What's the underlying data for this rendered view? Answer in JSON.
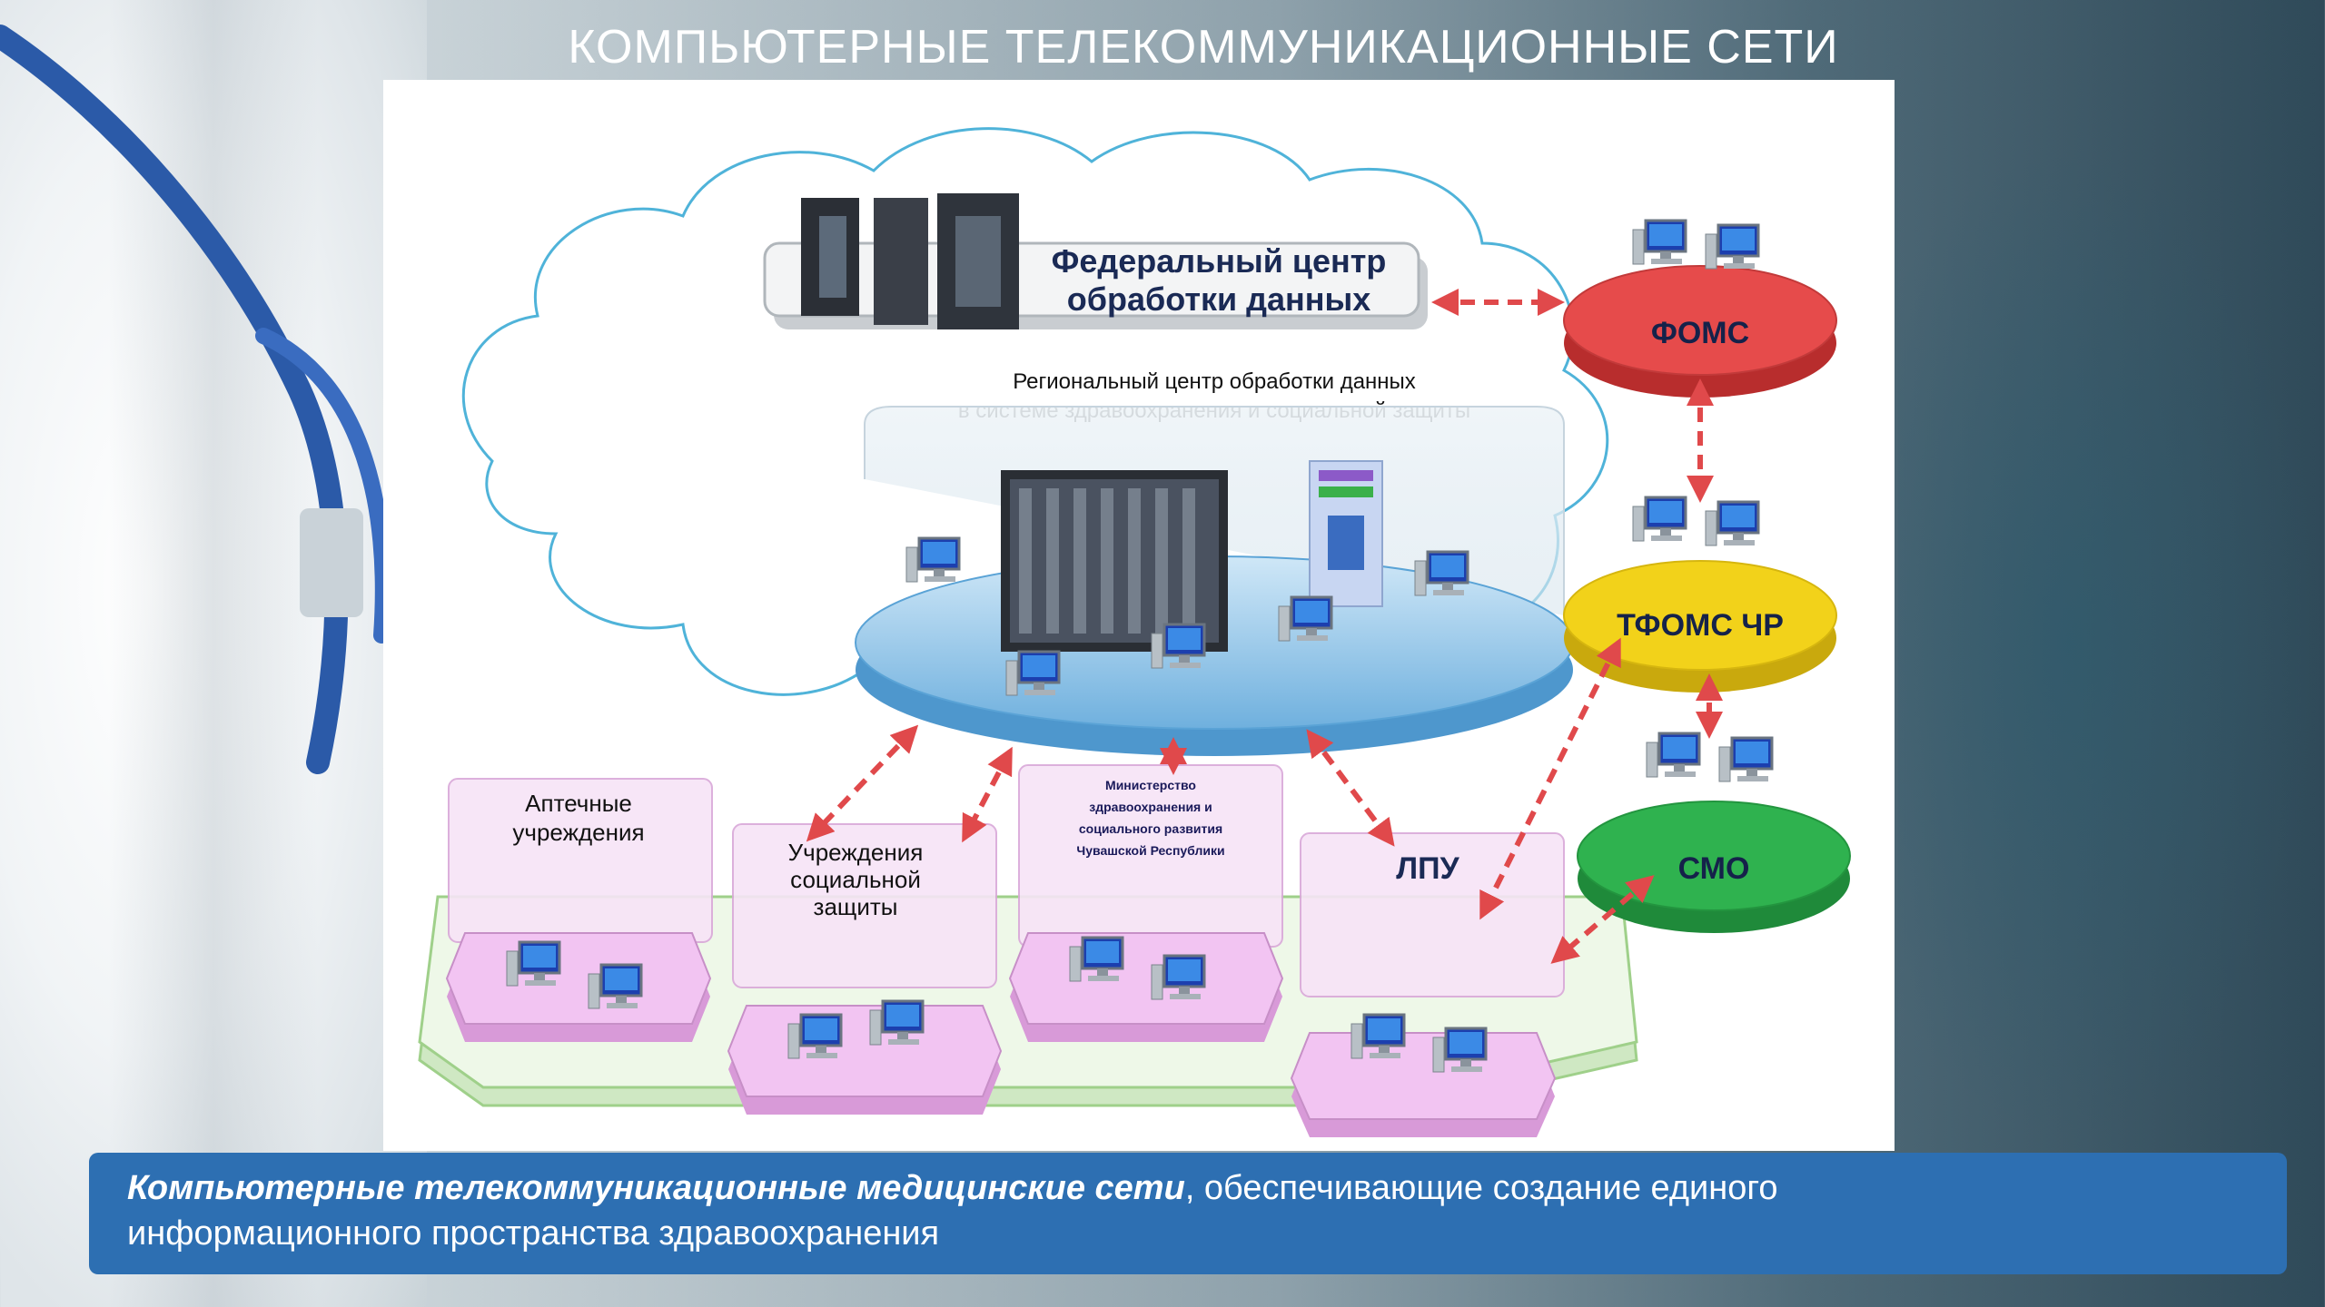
{
  "slide": {
    "title": "КОМПЬЮТЕРНЫЕ ТЕЛЕКОММУНИКАЦИОННЫЕ СЕТИ"
  },
  "diagram": {
    "federal_center": [
      "Федеральный центр",
      "обработки данных"
    ],
    "regional_center": [
      "Региональный центр обработки данных",
      "в системе здравоохранения и социальной защиты"
    ],
    "fund_nodes": {
      "foms": "ФОМС",
      "tfoms": "ТФОМС ЧР",
      "smo": "СМО"
    },
    "institutions": {
      "pharmacy": [
        "Аптечные",
        "учреждения"
      ],
      "social": [
        "Учреждения",
        "социальной",
        "защиты"
      ],
      "ministry": [
        "Министерство",
        "здравоохранения и",
        "социального развития",
        "Чувашской Республики"
      ],
      "lpu": [
        "ЛПУ"
      ]
    },
    "colors": {
      "foms": "#e64b4b",
      "tfoms": "#f2d21a",
      "smo": "#2fb24f",
      "platform": "#7fbde6",
      "institution": "#f2c4f2",
      "arrow": "#e0494b"
    }
  },
  "caption": {
    "emphasis": "Компьютерные телекоммуникационные медицинские сети",
    "rest": ", обеспечивающие создание единого",
    "line2": "информационного пространства здравоохранения"
  }
}
